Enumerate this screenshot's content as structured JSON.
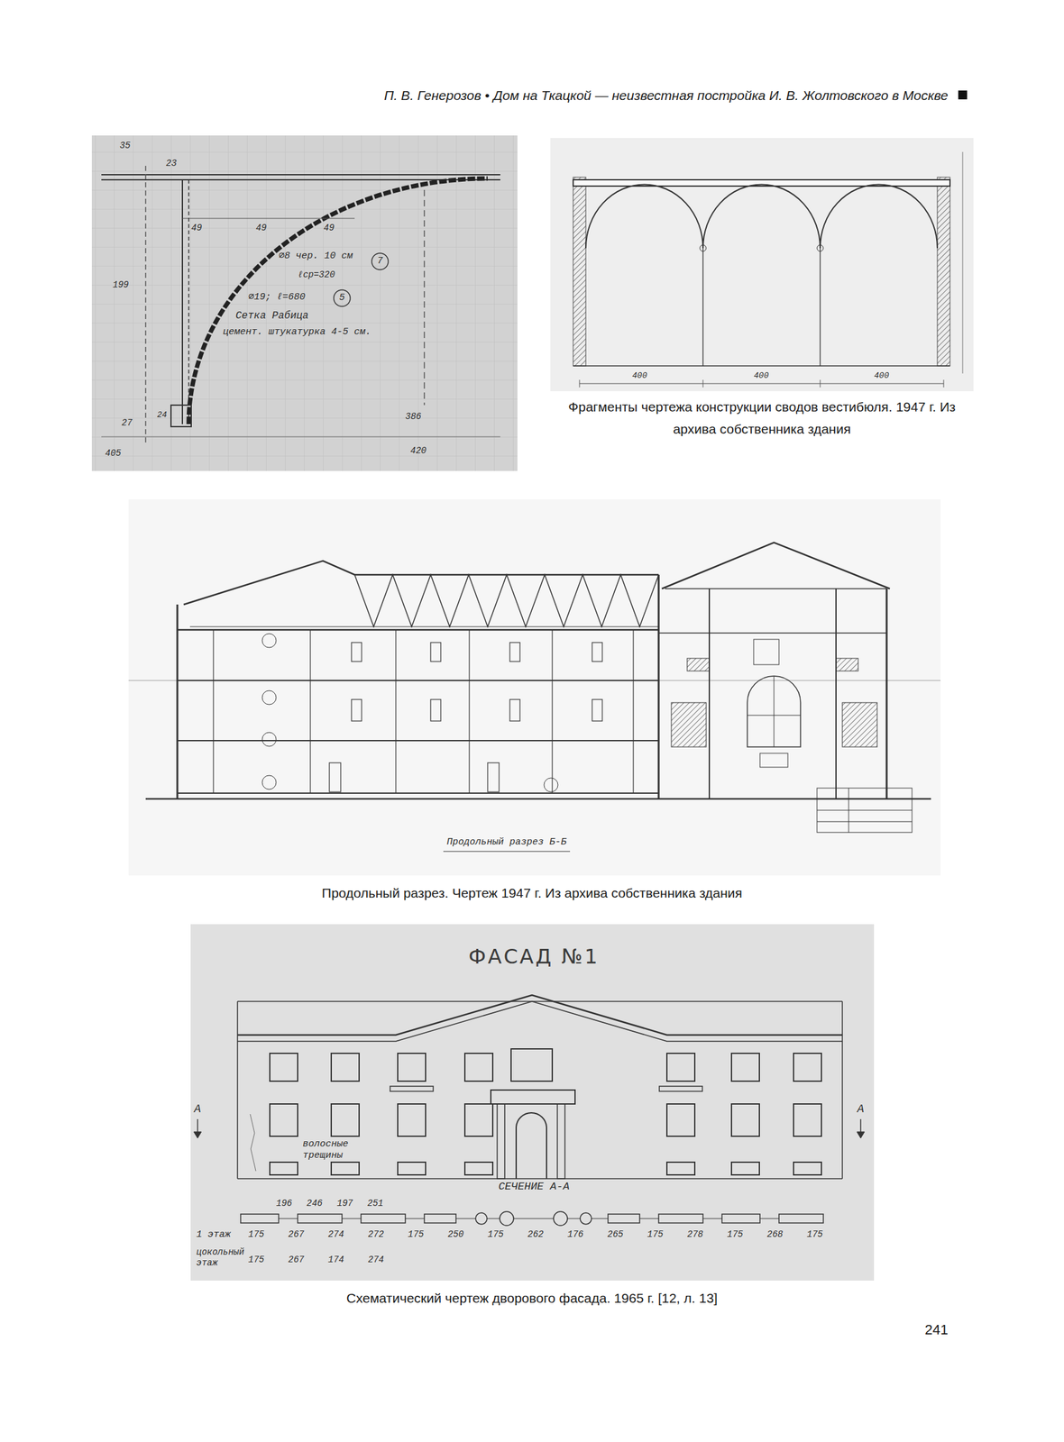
{
  "diagram": {
    "title": "П. В. Генерозов • Дом на Ткацкой — неизвестная постройка И. В. Жолтовского в Москве",
    "labels": [
      "Фрагменты чертежа конструкции сводов вестибюля. 1947 г. Из архива собственника здания",
      "Продольный разрез. Чертеж 1947 г. Из архива собственника здания",
      "Схематический чертеж дворового фасада. 1965 г. [12, л. 13]",
      "241",
      "35",
      "23",
      "199",
      "49",
      "49",
      "49",
      "⌀8 чер. 10 см",
      "ℓср=320",
      "7",
      "⌀19; ℓ=680",
      "5",
      "Сетка Рабица",
      "цемент. штукатурка 4-5 см.",
      "27",
      "24",
      "405",
      "386",
      "420",
      "400",
      "400",
      "400",
      "Продольный разрез Б-Б",
      "ФАСАД №1",
      "А",
      "А",
      "волосные трещины",
      "СЕЧЕНИЕ А-А",
      "196",
      "246",
      "197",
      "251",
      "1 этаж",
      "175",
      "267",
      "274",
      "272",
      "175",
      "250",
      "175",
      "262",
      "176",
      "265",
      "175",
      "278",
      "175",
      "268",
      "175",
      "цокольный этаж",
      "175",
      "267",
      "174",
      "274"
    ]
  }
}
